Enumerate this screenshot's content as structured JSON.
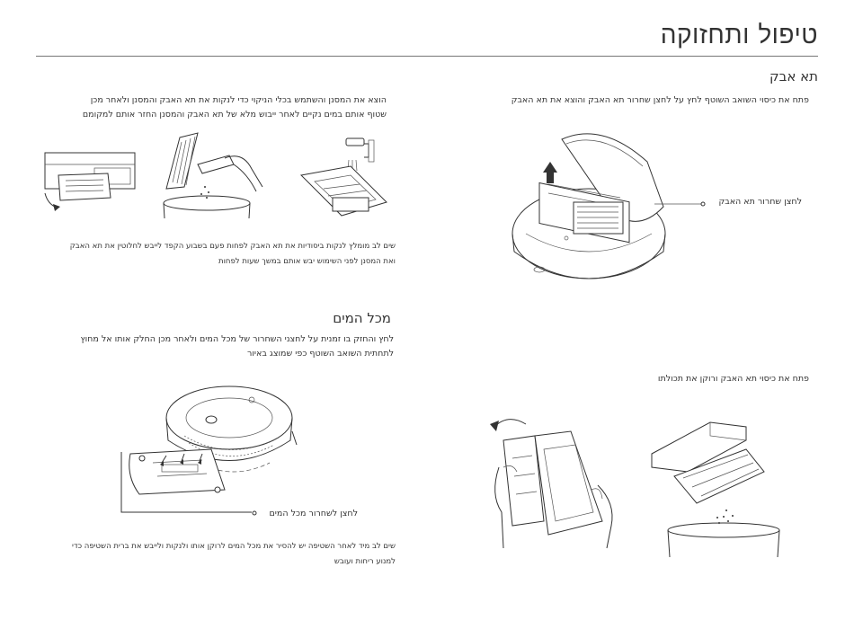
{
  "page": {
    "title": "טיפול ותחזוקה"
  },
  "dustbin": {
    "heading": "תא אבק",
    "step1_lines": [
      "פתח את כיסוי השואב השוטף  לחץ על לחצן שחרור תא האבק והוצא את תא האבק"
    ],
    "release_label": "לחצן שחרור תא האבק",
    "step2_lines": [
      "פתח את כיסוי תא האבק ורוקן את תכולתו"
    ],
    "step3_lines": [
      "הוצא את המסנן והשתמש בכלי הניקוי כדי לנקות את תא האבק והמסנן  ולאחר מכן",
      "שטוף אותם במים נקיים  לאחר ייבוש מלא של תא האבק והמסנן  החזר אותם למקומם"
    ],
    "note_lines": [
      "שים לב  מומלץ לנקות ביסודיות את תא האבק לפחות פעם בשבוע  הקפד לייבש לחלוטין את תא האבק",
      "ואת המסנן לפני השימוש  יבש אותם במשך       שעות לפחות"
    ]
  },
  "water_tank": {
    "heading": "מכל המים",
    "step_lines": [
      "לחץ והחזק בו זמנית על לחצני השחרור של מכל המים  ולאחר מכן החלק אותו אל מחוץ",
      "לתחתית השואב השוטף  כפי שמוצג באיור"
    ],
    "release_label": "לחצן לשחרור מכל המים",
    "note_lines": [
      "שים לב  מיד לאחר השטיפה  יש להסיר את מכל המים  לרוקן אותו ולנקות ולייבש את ברית השטיפה כדי",
      "למנוע ריחות ועובש"
    ]
  },
  "colors": {
    "text": "#333333",
    "rule": "#777777",
    "background": "#ffffff"
  }
}
